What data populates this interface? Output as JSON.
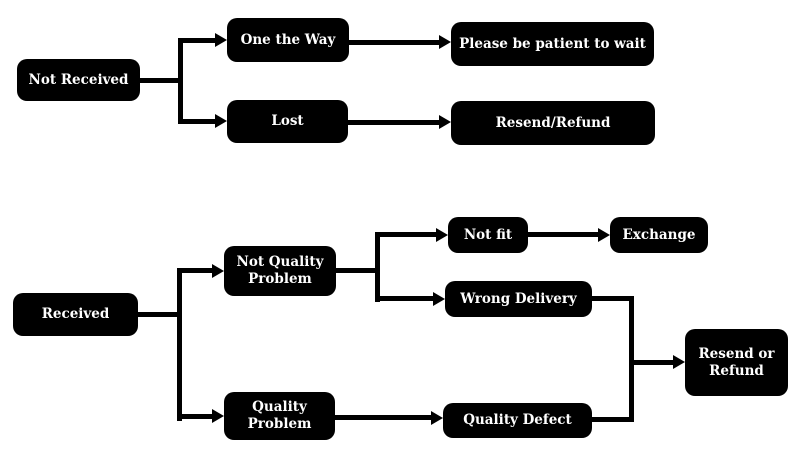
{
  "flowchart": {
    "colors": {
      "node_bg": "#000000",
      "node_text": "#ffffff",
      "line": "#000000",
      "background": "#ffffff"
    },
    "nodes": {
      "not_received": "Not Received",
      "one_the_way": "One the Way",
      "lost": "Lost",
      "please_wait": "Please be patient to wait",
      "resend_refund": "Resend/Refund",
      "received": "Received",
      "not_quality_problem": "Not Quality\nProblem",
      "quality_problem": "Quality\nProblem",
      "not_fit": "Not fit",
      "exchange": "Exchange",
      "wrong_delivery": "Wrong Delivery",
      "quality_defect": "Quality Defect",
      "resend_or_refund": "Resend or\nRefund"
    },
    "edges": [
      {
        "from": "Not Received",
        "to": "One the Way"
      },
      {
        "from": "Not Received",
        "to": "Lost"
      },
      {
        "from": "One the Way",
        "to": "Please be patient to wait"
      },
      {
        "from": "Lost",
        "to": "Resend/Refund"
      },
      {
        "from": "Received",
        "to": "Not Quality Problem"
      },
      {
        "from": "Received",
        "to": "Quality Problem"
      },
      {
        "from": "Not Quality Problem",
        "to": "Not fit"
      },
      {
        "from": "Not Quality Problem",
        "to": "Wrong Delivery"
      },
      {
        "from": "Not fit",
        "to": "Exchange"
      },
      {
        "from": "Quality Problem",
        "to": "Quality Defect"
      },
      {
        "from": "Wrong Delivery",
        "to": "Resend or Refund"
      },
      {
        "from": "Quality Defect",
        "to": "Resend or Refund"
      }
    ]
  }
}
